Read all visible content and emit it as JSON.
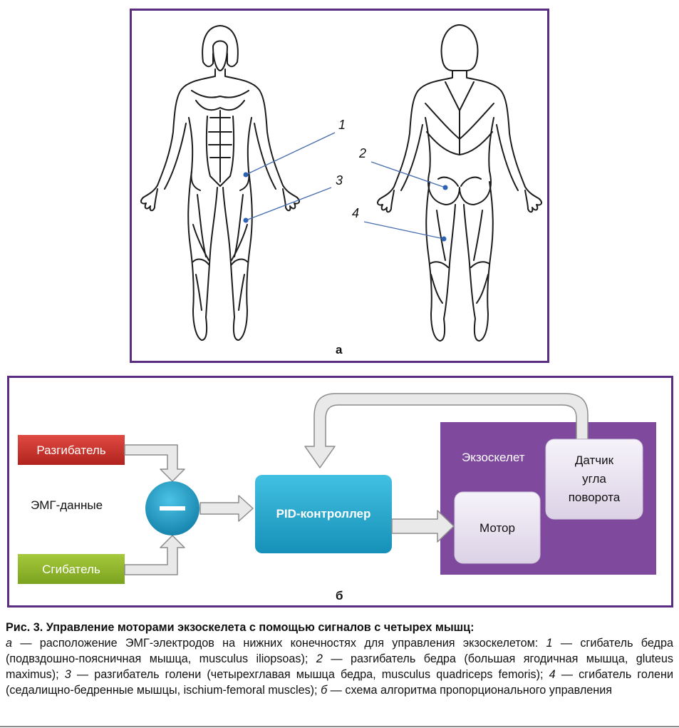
{
  "panel_a": {
    "letter": "а",
    "markers": [
      {
        "num": "1"
      },
      {
        "num": "2"
      },
      {
        "num": "3"
      },
      {
        "num": "4"
      }
    ]
  },
  "panel_b": {
    "letter": "б",
    "extensor": "Разгибатель",
    "flexor": "Сгибатель",
    "emg_label": "ЭМГ-данные",
    "controller": "PID-контроллер",
    "exoskeleton": "Экзоскелет",
    "motor": "Мотор",
    "sensor_line1": "Датчик",
    "sensor_line2": "угла",
    "sensor_line3": "поворота",
    "colors": {
      "frame": "#5b2d82",
      "extensor": "#c8322b",
      "flexor": "#8fb52a",
      "controller": "#1ea3c9",
      "comparator": "#1a9bc4",
      "exoskeleton": "#7f4a9e",
      "inner_box": "#ece6f2",
      "arrow_fill": "#e9e9e9",
      "arrow_stroke": "#8c8c8c"
    }
  },
  "caption": {
    "title": "Рис. 3. Управление моторами экзоскелета с помощью сигналов с четырех мышц:",
    "a_letter": "а",
    "a_text": " — расположение ЭМГ-электродов на нижних конечностях для управления экзоскелетом: ",
    "n1": "1",
    "t1": " — сгибатель бедра (подвздошно-поясничная мышца, musculus iliopsoas); ",
    "n2": "2",
    "t2": " — разгибатель бедра (большая ягодичная мышца, gluteus maximus); ",
    "n3": "3",
    "t3": " — разгибатель голени (четырехглавая мышца бедра, musculus quadriceps femoris); ",
    "n4": "4",
    "t4": " — сгибатель голени (седалищно-бедренные мышцы, ischium-femoral muscles); ",
    "b_letter": "б",
    "b_text": " — схема алгоритма пропорционального управления"
  }
}
